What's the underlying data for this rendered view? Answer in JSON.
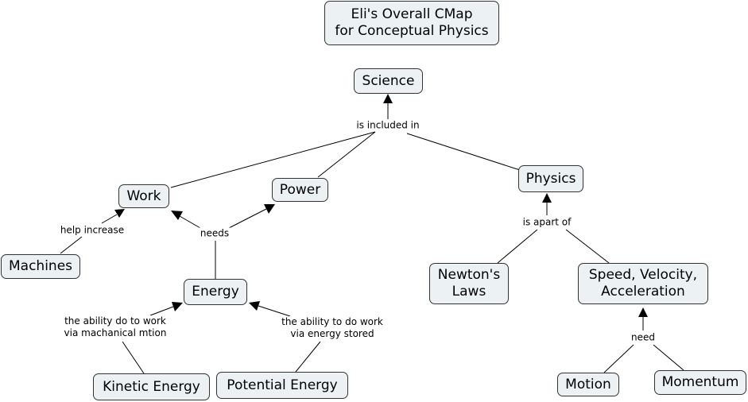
{
  "title": "Eli's Overall CMap\nfor Conceptual Physics",
  "concepts": {
    "science": "Science",
    "physics": "Physics",
    "work": "Work",
    "power": "Power",
    "machines": "Machines",
    "energy": "Energy",
    "kinetic": "Kinetic Energy",
    "potential": "Potential Energy",
    "newton": "Newton's\nLaws",
    "svacc": "Speed, Velocity,\nAcceleration",
    "motion": "Motion",
    "momentum": "Momentum"
  },
  "links": {
    "included": "is included in",
    "apart": "is apart of",
    "help": "help increase",
    "needs": "needs",
    "kin_def": "the ability do to work\nvia machanical mtion",
    "pot_def": "the ability to do work\nvia energy stored",
    "need": "need"
  },
  "colors": {
    "node_fill": "#ecf2f4",
    "node_border": "#333333",
    "line": "#000000"
  }
}
